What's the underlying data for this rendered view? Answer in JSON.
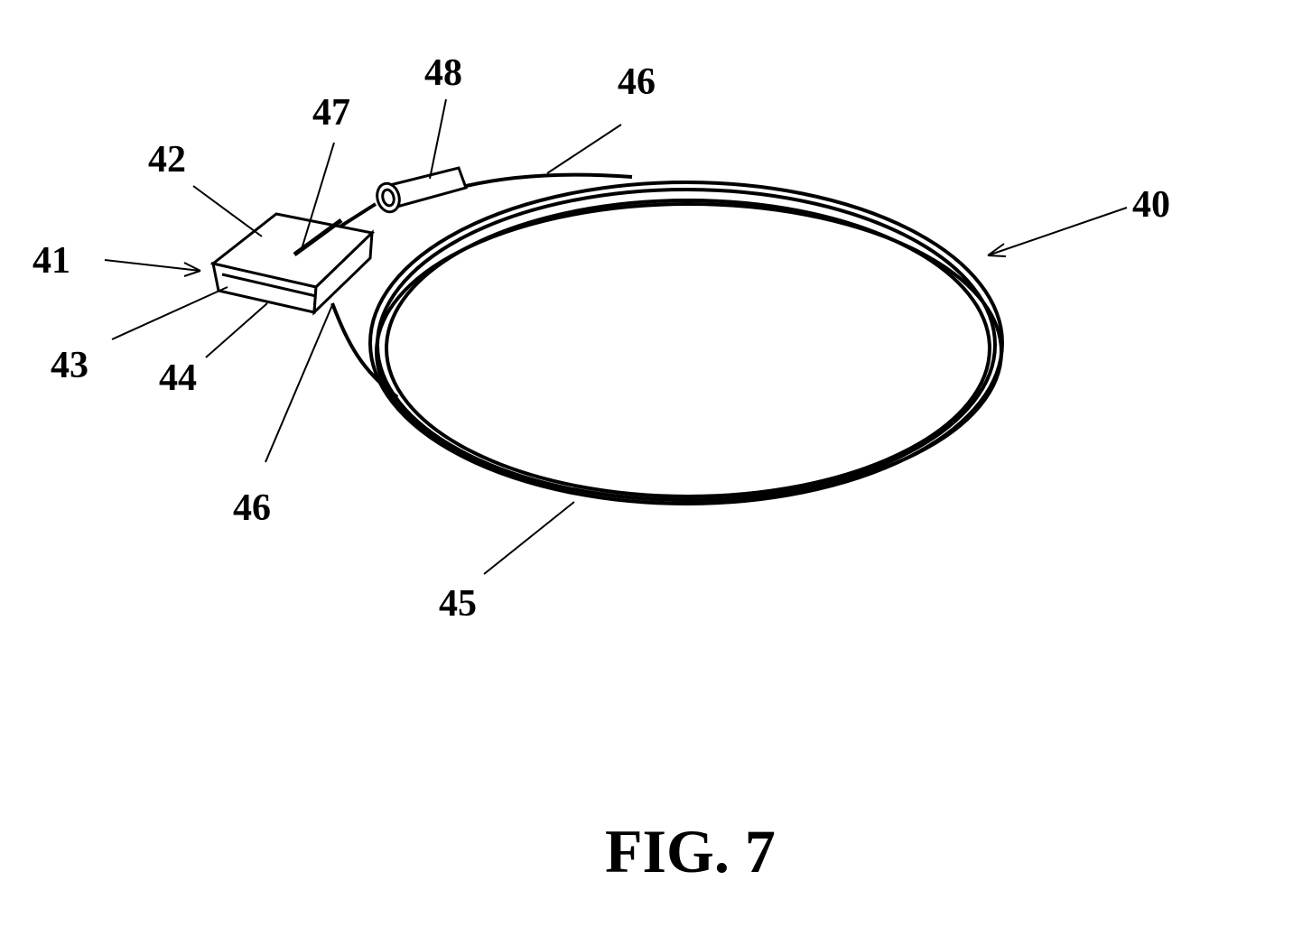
{
  "labels": {
    "ref_40": "40",
    "ref_41": "41",
    "ref_42": "42",
    "ref_43": "43",
    "ref_44": "44",
    "ref_45": "45",
    "ref_46_top": "46",
    "ref_46_bottom": "46",
    "ref_47": "47",
    "ref_48": "48"
  },
  "caption": "FIG. 7",
  "colors": {
    "ink": "#000000",
    "background": "#ffffff"
  }
}
